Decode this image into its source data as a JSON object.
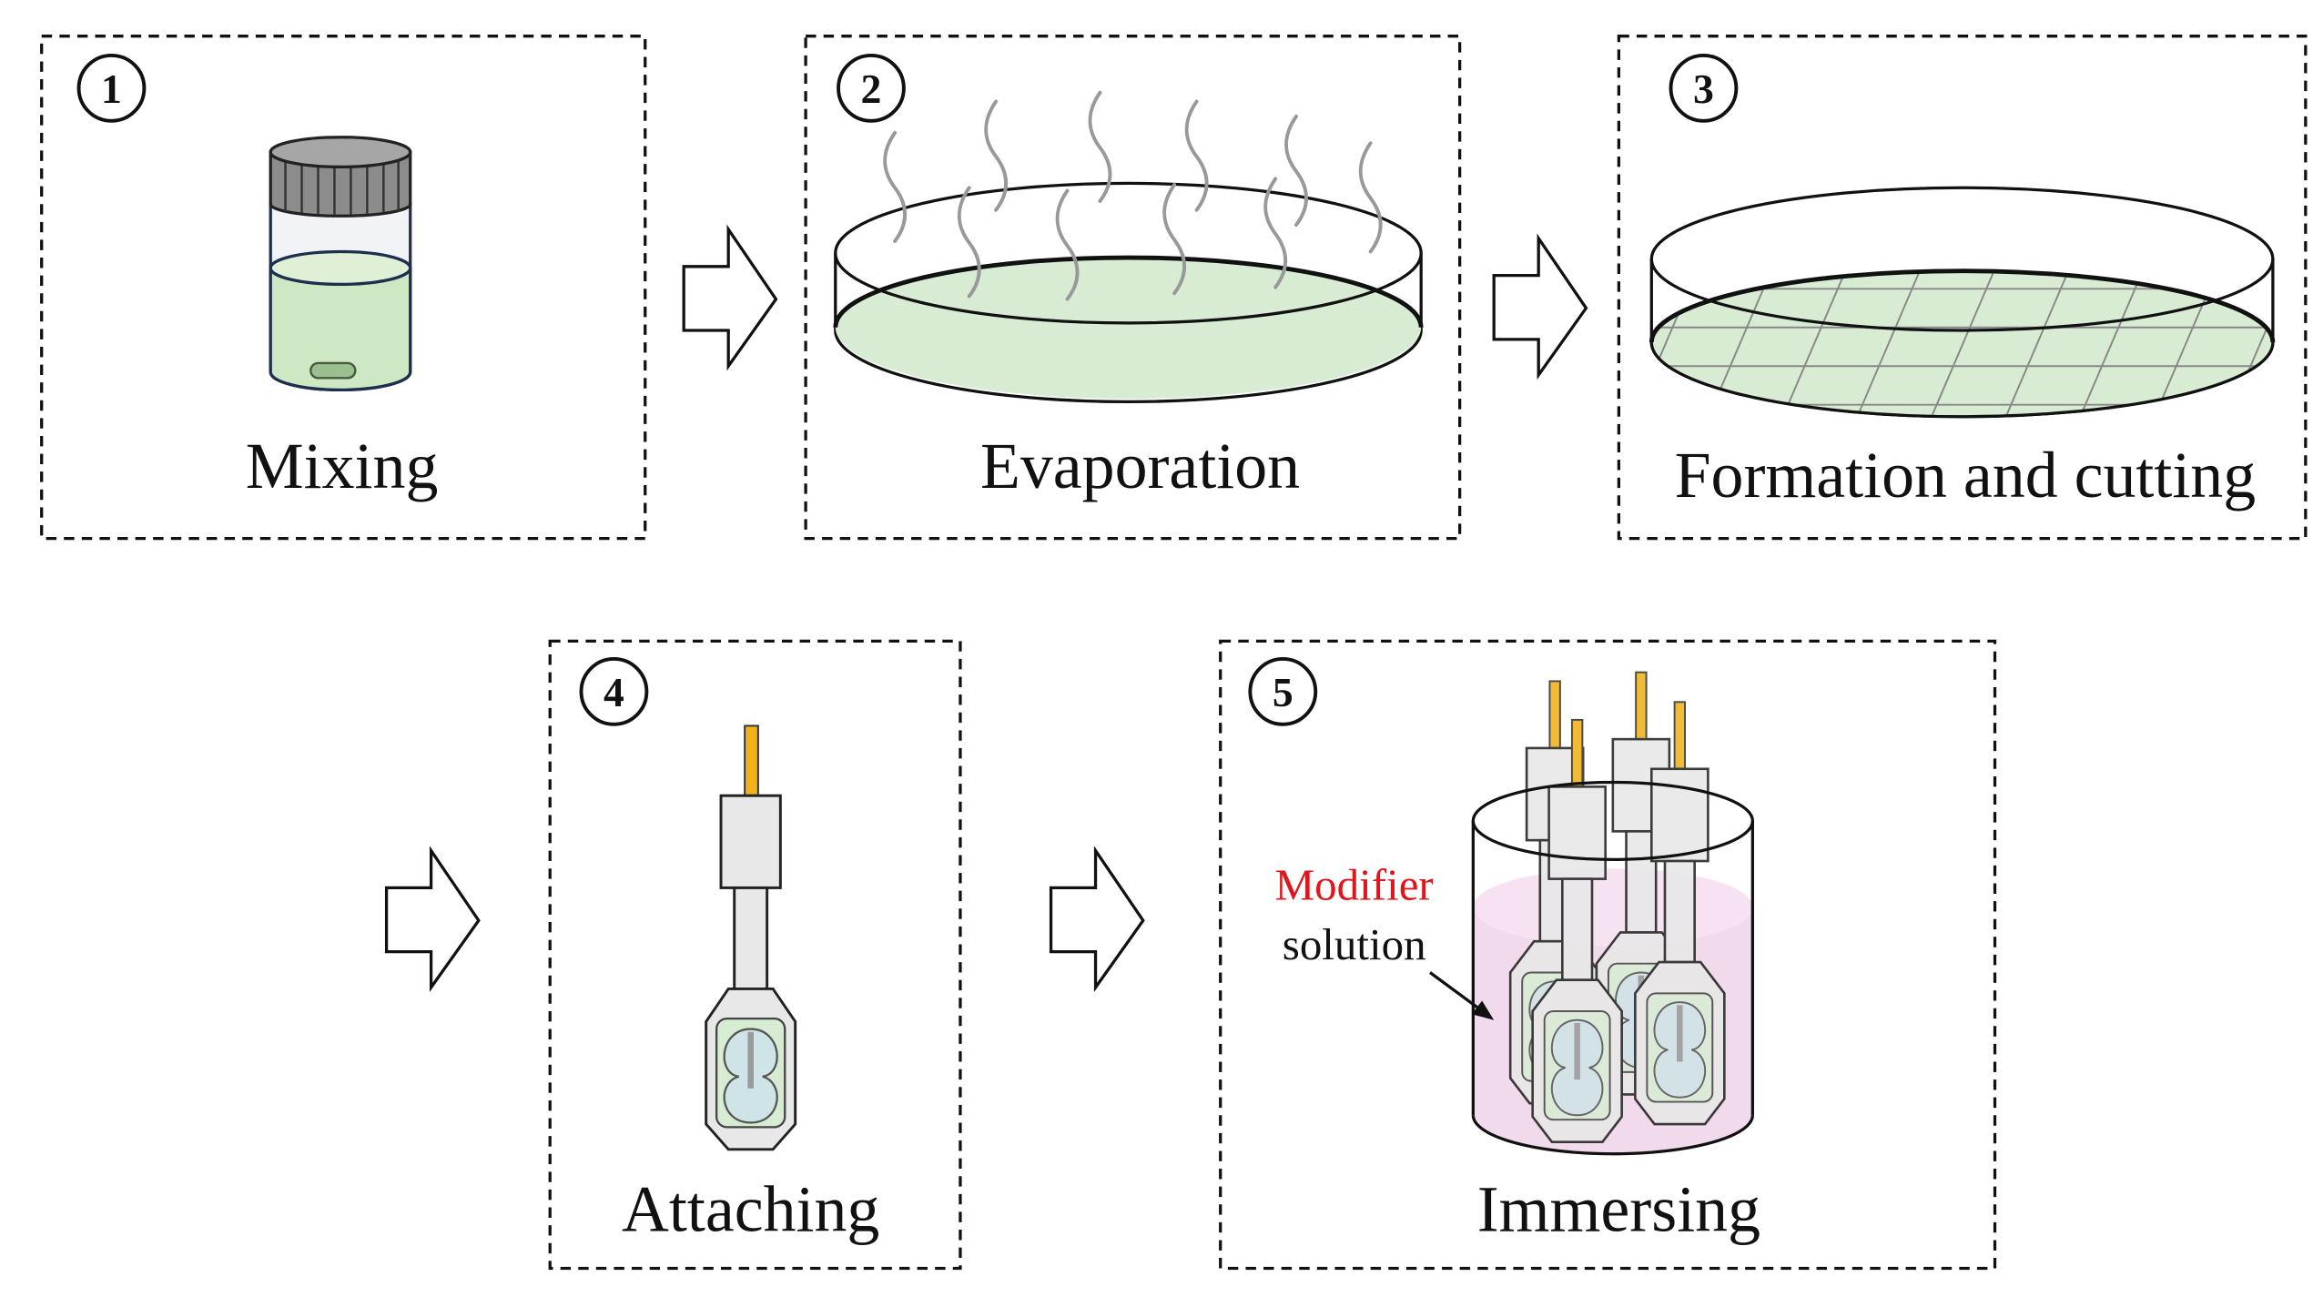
{
  "steps": [
    {
      "number": "1",
      "label": "Mixing"
    },
    {
      "number": "2",
      "label": "Evaporation"
    },
    {
      "number": "3",
      "label": "Formation and cutting"
    },
    {
      "number": "4",
      "label": "Attaching"
    },
    {
      "number": "5",
      "label": "Immersing"
    }
  ],
  "annotation": {
    "modifier_word": "Modifier",
    "solution_word": "solution"
  },
  "colors": {
    "film_green": "#d8ecd4",
    "modifier_pink": "#f0d4ea",
    "modifier_red": "#e0161c",
    "wire_gold": "#f0b21a",
    "cap_gray": "#8c8c8c",
    "electrode_gray": "#e8e8e8",
    "sensor_blue": "#cfe4e6"
  }
}
